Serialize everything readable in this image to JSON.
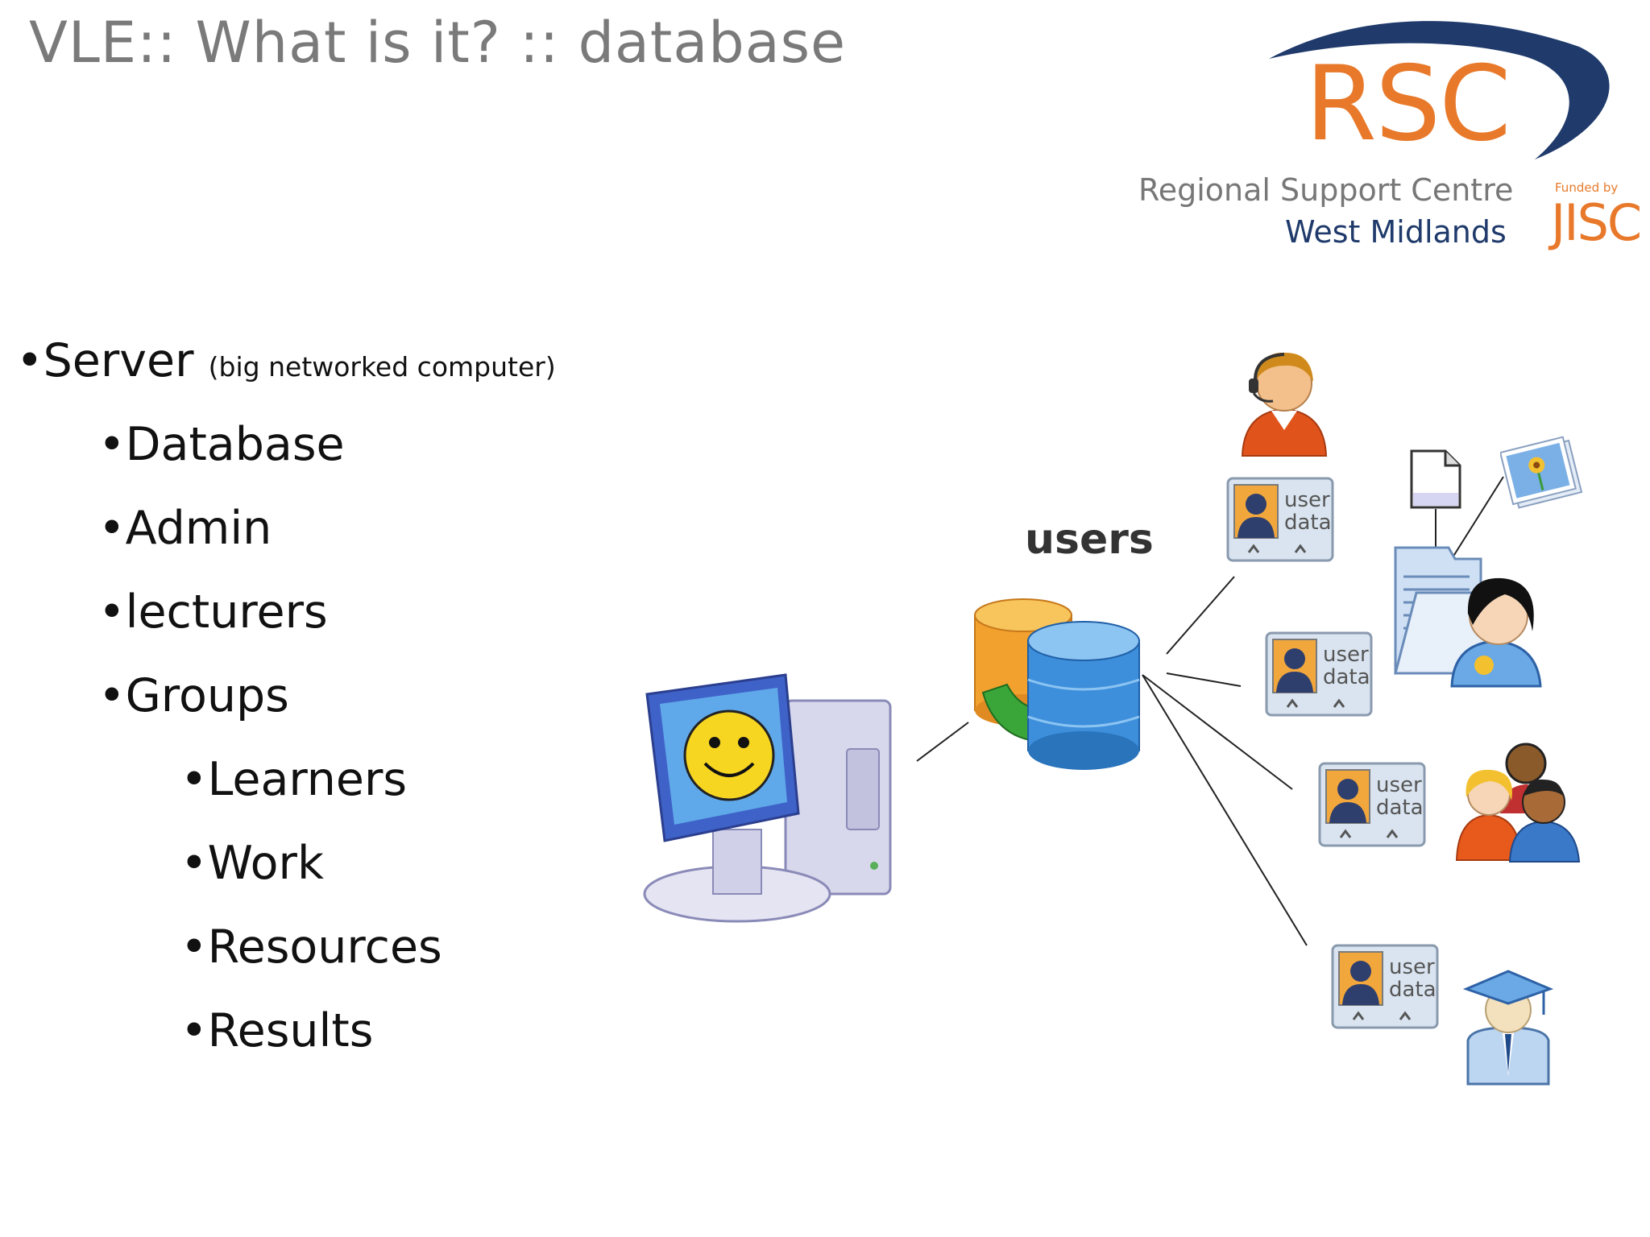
{
  "slide": {
    "title": "VLE:: What is it? :: database"
  },
  "logo": {
    "brand": "RSC",
    "line1": "Regional Support Centre",
    "line2": "West Midlands",
    "funded_by": "Funded by",
    "funder": "JISC",
    "colors": {
      "orange": "#e8792b",
      "navy": "#1f3a6b",
      "grey": "#777777"
    }
  },
  "bullets": [
    {
      "text": "•Server",
      "note": "(big networked computer)",
      "level": 0
    },
    {
      "text": "•Database",
      "level": 1
    },
    {
      "text": "•Admin",
      "level": 1
    },
    {
      "text": "•lecturers",
      "level": 1
    },
    {
      "text": "•Groups",
      "level": 1
    },
    {
      "text": "•Learners",
      "level": 2
    },
    {
      "text": "•Work",
      "level": 2
    },
    {
      "text": "•Resources",
      "level": 2
    },
    {
      "text": "•Results",
      "level": 2
    }
  ],
  "diagram": {
    "users_label": "users",
    "cards": [
      {
        "line1": "user",
        "line2": "data"
      },
      {
        "line1": "user",
        "line2": "data"
      },
      {
        "line1": "user",
        "line2": "data"
      },
      {
        "line1": "user",
        "line2": "data"
      }
    ],
    "icons": [
      "computer-icon",
      "database-icon",
      "admin-icon",
      "lecturer-icon",
      "group-icon",
      "graduate-icon",
      "document-icon",
      "picture-icon"
    ]
  }
}
